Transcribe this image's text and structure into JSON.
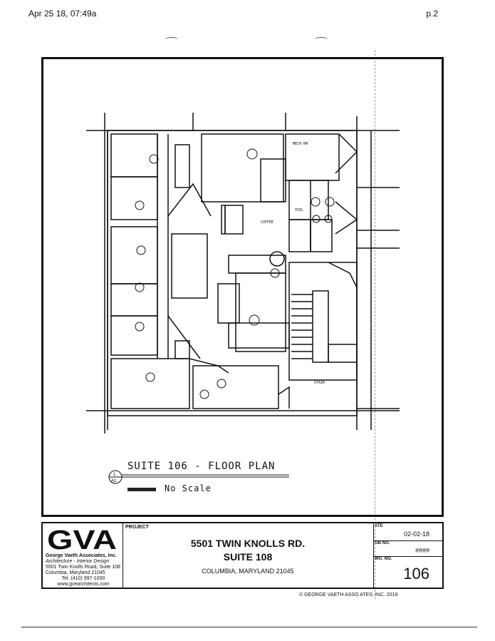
{
  "fax": {
    "timestamp": "Apr 25 18, 07:49a",
    "page": "p.2"
  },
  "plan": {
    "rooms": {
      "mech": "MECH RM",
      "toilet": "TOIL",
      "coffee": "COFFEE",
      "stair": "STAIR"
    }
  },
  "caption": {
    "title": "SUITE 106 - FLOOR PLAN",
    "scale": "No Scale",
    "marker_top": "1",
    "marker_bottom": "A1"
  },
  "title_block": {
    "logo": "GVA",
    "firm": {
      "name": "George Vaeth Associates, Inc.",
      "disciplines": "Architecture  -  Interior Design",
      "street": "5501 Twin Knolls Road,   Suite 108",
      "city": "Columbia, Maryland          21045",
      "phone": "Tel. (410) 997-1000",
      "web": "www.gvearchitects.com"
    },
    "project_label": "PROJECT",
    "address_line1": "5501 TWIN KNOLLS RD.",
    "address_line2": "SUITE 108",
    "address_line3": "COLUMBIA, MARYLAND 21045",
    "date_label": "ATE",
    "date_value": "02-02-18",
    "job_label": "OB NO.",
    "job_value": "####",
    "dwg_label": "WG. NO.",
    "dwg_value": "106"
  },
  "copyright": "© GEORGE VAETH ASSO  ATES, INC. 2018"
}
